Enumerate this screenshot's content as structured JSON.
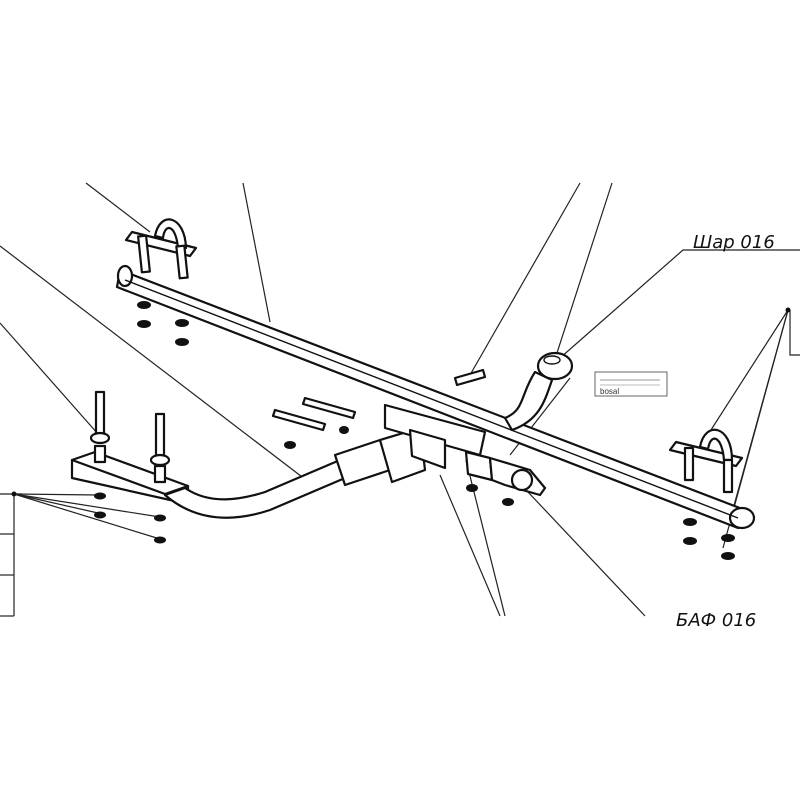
{
  "drawing": {
    "labels": {
      "ball": "Шар 016",
      "bracket": "БАФ 016"
    },
    "logo_text": "bosal"
  }
}
